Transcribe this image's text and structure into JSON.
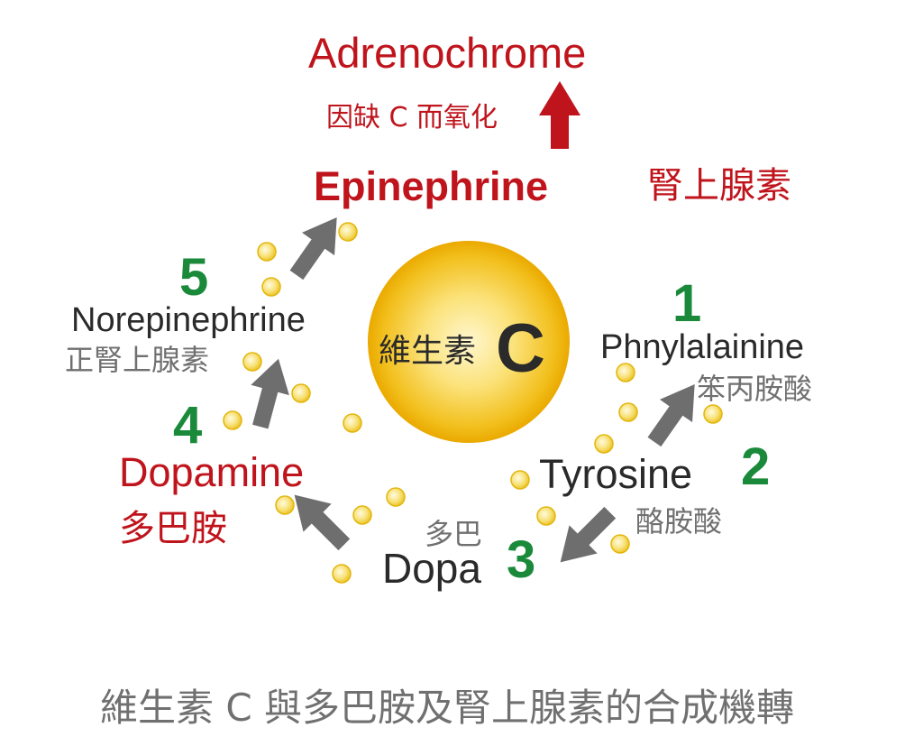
{
  "colors": {
    "red": "#c0141c",
    "green": "#1a8a3a",
    "dark": "#2a2a2a",
    "gray": "#707070",
    "arrow_gray": "#6e6e6e",
    "sun_center": "#fff6c8",
    "sun_edge": "#f0b400",
    "dot_fill": "#f6e27a",
    "dot_stroke": "#e2b200"
  },
  "top": {
    "adrenochrome": "Adrenochrome",
    "oxidize_note": "因缺 C 而氧化"
  },
  "epinephrine": {
    "en": "Epinephrine",
    "zh": "腎上腺素"
  },
  "center": {
    "zh": "維生素",
    "letter": "C"
  },
  "steps": {
    "s1": {
      "number": "1",
      "en": "Phnylalainine",
      "zh": "笨丙胺酸"
    },
    "s2": {
      "number": "2",
      "en": "Tyrosine",
      "zh": "酪胺酸"
    },
    "s3": {
      "number": "3",
      "en": "Dopa",
      "zh": "多巴"
    },
    "s4": {
      "number": "4",
      "en": "Dopamine",
      "zh": "多巴胺"
    },
    "s5": {
      "number": "5",
      "en": "Norepinephrine",
      "zh": "正腎上腺素"
    }
  },
  "caption": "維生素 C 與多巴胺及腎上腺素的合成機轉",
  "icons": {
    "up_arrow": "red-up-arrow-icon",
    "flow_arrow": "gray-arrow-icon",
    "dot": "vitamin-c-dot-icon"
  }
}
